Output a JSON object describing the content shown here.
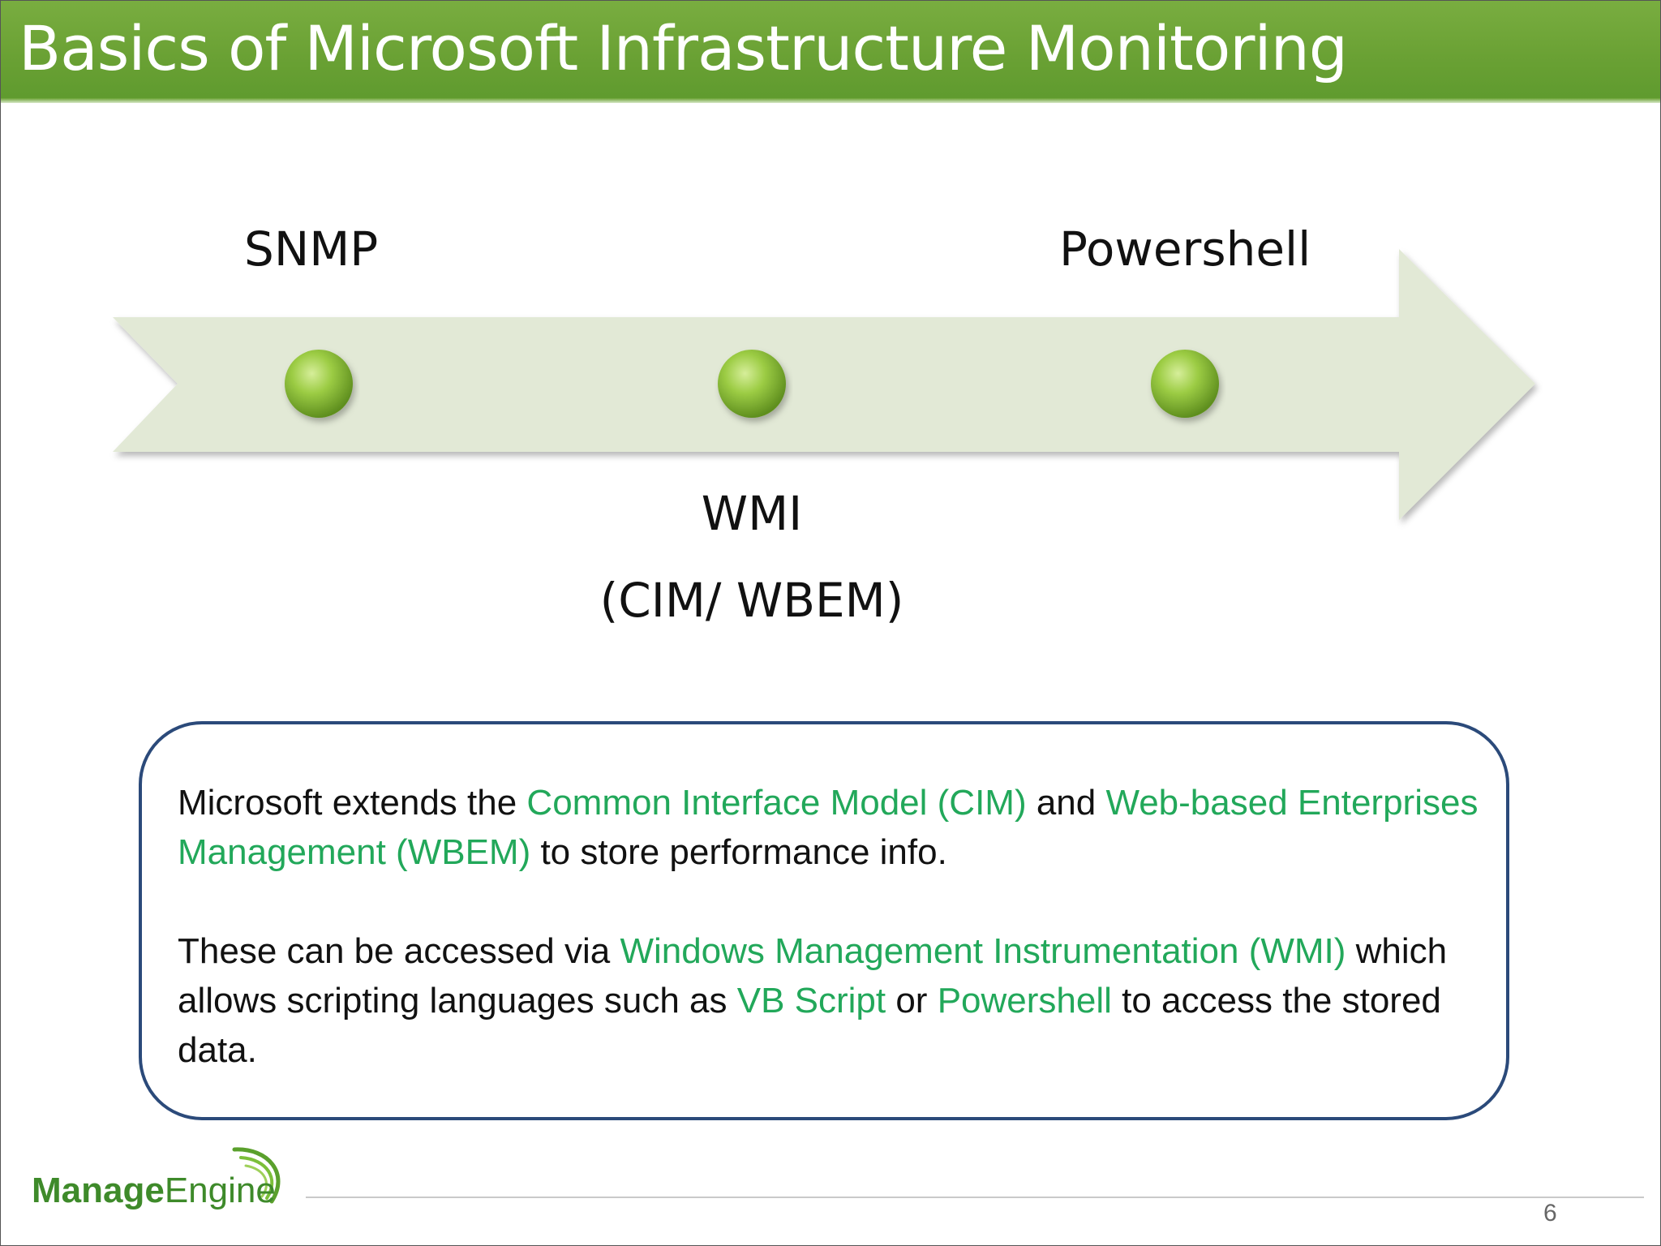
{
  "slide": {
    "title": "Basics of Microsoft Infrastructure Monitoring",
    "page_number": "6"
  },
  "timeline": {
    "labels": {
      "snmp": "SNMP",
      "powershell": "Powershell",
      "wmi": "WMI",
      "cim_wbem": "(CIM/ WBEM)"
    },
    "marker_color": "#8fc63a",
    "arrow_color": "#e2e9d6"
  },
  "info_box": {
    "p1": {
      "t1": "Microsoft extends the ",
      "h1": "Common Interface Model (CIM)",
      "t2": " and ",
      "h2": "Web-based Enterprises Management (WBEM)",
      "t3": " to store performance info."
    },
    "p2": {
      "t1": "These can be accessed via ",
      "h1": "Windows Management Instrumentation (WMI)",
      "t2": " which allows scripting languages such as ",
      "h2": "VB Script",
      "t3": " or ",
      "h3": "Powershell",
      "t4": " to access the stored data."
    },
    "highlight_color": "#22a85a",
    "border_color": "#2b4a7a"
  },
  "logo": {
    "part1": "Manage",
    "part2": "Engine",
    "brand_color": "#3e8a2a"
  }
}
